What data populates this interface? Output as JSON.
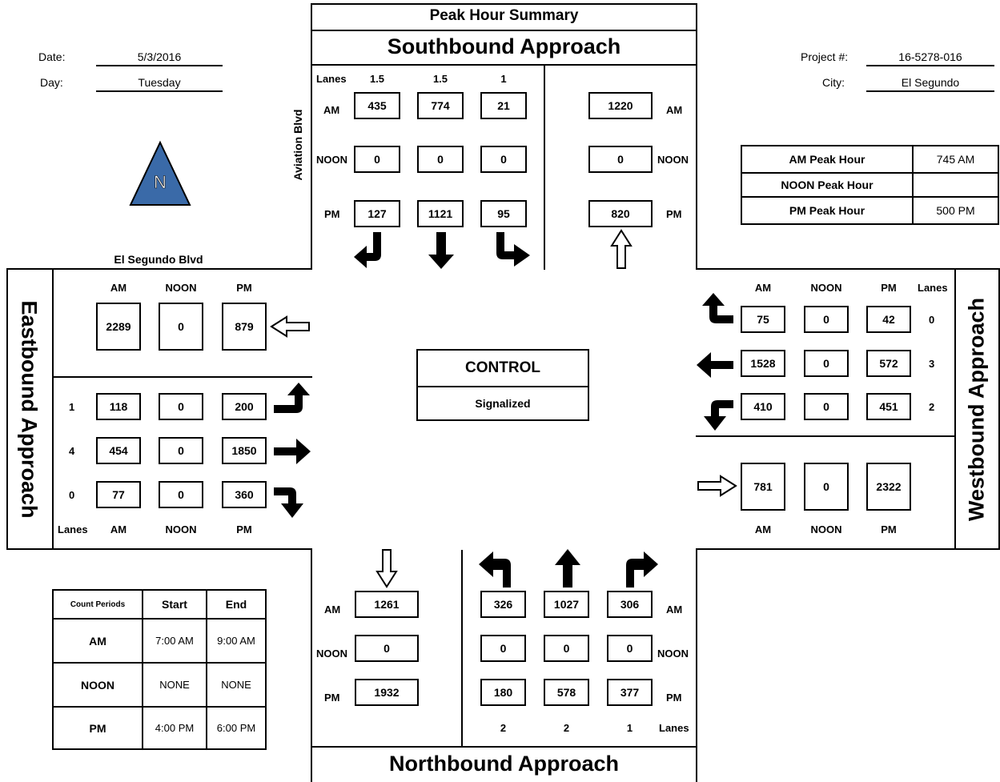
{
  "header": {
    "summary_title": "Peak Hour Summary",
    "sb_title": "Southbound Approach",
    "nb_title": "Northbound Approach",
    "eb_title": "Eastbound Approach",
    "wb_title": "Westbound Approach"
  },
  "info": {
    "date_label": "Date:",
    "date_value": "5/3/2016",
    "day_label": "Day:",
    "day_value": "Tuesday",
    "project_label": "Project #:",
    "project_value": "16-5278-016",
    "city_label": "City:",
    "city_value": "El Segundo"
  },
  "compass": {
    "letter": "N",
    "fill": "#3a6aa8"
  },
  "streets": {
    "ns": "Aviation Blvd",
    "ew": "El Segundo Blvd"
  },
  "peak_hours": {
    "am_label": "AM Peak Hour",
    "am_value": "745 AM",
    "noon_label": "NOON Peak Hour",
    "noon_value": "",
    "pm_label": "PM Peak Hour",
    "pm_value": "500 PM"
  },
  "period_labels": {
    "am": "AM",
    "noon": "NOON",
    "pm": "PM",
    "lanes": "Lanes"
  },
  "southbound": {
    "lanes": [
      "1.5",
      "1.5",
      "1"
    ],
    "am": [
      "435",
      "774",
      "21"
    ],
    "noon": [
      "0",
      "0",
      "0"
    ],
    "pm": [
      "127",
      "1121",
      "95"
    ],
    "exit": {
      "am": "1220",
      "noon": "0",
      "pm": "820"
    }
  },
  "northbound": {
    "lanes": [
      "2",
      "2",
      "1"
    ],
    "am": [
      "326",
      "1027",
      "306"
    ],
    "noon": [
      "0",
      "0",
      "0"
    ],
    "pm": [
      "180",
      "578",
      "377"
    ],
    "exit": {
      "am": "1261",
      "noon": "0",
      "pm": "1932"
    }
  },
  "eastbound": {
    "exit": {
      "am": "2289",
      "noon": "0",
      "pm": "879"
    },
    "rows": [
      {
        "lanes": "1",
        "am": "118",
        "noon": "0",
        "pm": "200"
      },
      {
        "lanes": "4",
        "am": "454",
        "noon": "0",
        "pm": "1850"
      },
      {
        "lanes": "0",
        "am": "77",
        "noon": "0",
        "pm": "360"
      }
    ]
  },
  "westbound": {
    "rows": [
      {
        "lanes": "0",
        "am": "75",
        "noon": "0",
        "pm": "42"
      },
      {
        "lanes": "3",
        "am": "1528",
        "noon": "0",
        "pm": "572"
      },
      {
        "lanes": "2",
        "am": "410",
        "noon": "0",
        "pm": "451"
      }
    ],
    "exit": {
      "am": "781",
      "noon": "0",
      "pm": "2322"
    }
  },
  "control": {
    "title": "CONTROL",
    "value": "Signalized"
  },
  "count_periods": {
    "header": [
      "Count Periods",
      "Start",
      "End"
    ],
    "rows": [
      [
        "AM",
        "7:00 AM",
        "9:00 AM"
      ],
      [
        "NOON",
        "NONE",
        "NONE"
      ],
      [
        "PM",
        "4:00 PM",
        "6:00 PM"
      ]
    ]
  }
}
